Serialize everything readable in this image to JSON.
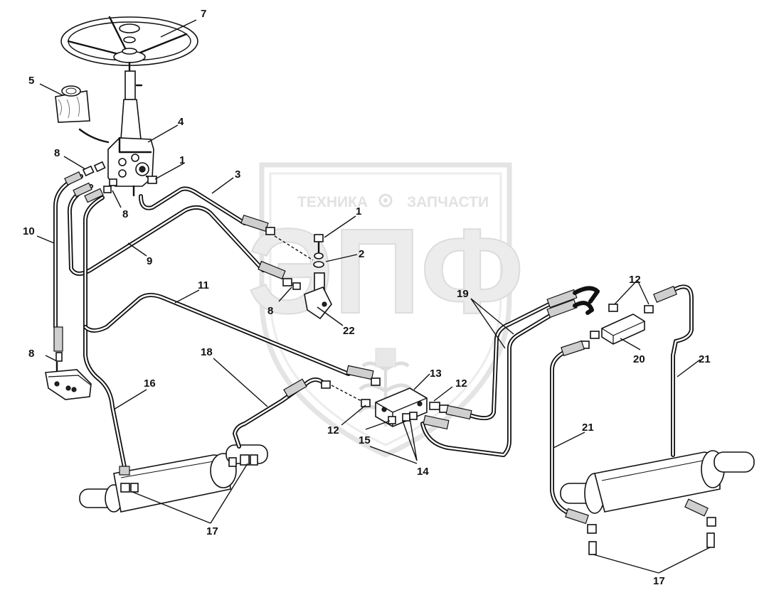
{
  "watermark": {
    "left_word": "ТЕХНИКА",
    "right_word": "ЗАПЧАСТИ",
    "monogram": "ЭПФ"
  },
  "callouts": [
    {
      "id": "c1a",
      "text": "1"
    },
    {
      "id": "c1b",
      "text": "1"
    },
    {
      "id": "c2",
      "text": "2"
    },
    {
      "id": "c3",
      "text": "3"
    },
    {
      "id": "c4",
      "text": "4"
    },
    {
      "id": "c5",
      "text": "5"
    },
    {
      "id": "c7",
      "text": "7"
    },
    {
      "id": "c8a",
      "text": "8"
    },
    {
      "id": "c8b",
      "text": "8"
    },
    {
      "id": "c8c",
      "text": "8"
    },
    {
      "id": "c8d",
      "text": "8"
    },
    {
      "id": "c9",
      "text": "9"
    },
    {
      "id": "c10",
      "text": "10"
    },
    {
      "id": "c11",
      "text": "11"
    },
    {
      "id": "c12a",
      "text": "12"
    },
    {
      "id": "c12b",
      "text": "12"
    },
    {
      "id": "c12c",
      "text": "12"
    },
    {
      "id": "c13",
      "text": "13"
    },
    {
      "id": "c14",
      "text": "14"
    },
    {
      "id": "c15",
      "text": "15"
    },
    {
      "id": "c16",
      "text": "16"
    },
    {
      "id": "c17a",
      "text": "17"
    },
    {
      "id": "c17b",
      "text": "17"
    },
    {
      "id": "c18",
      "text": "18"
    },
    {
      "id": "c19",
      "text": "19"
    },
    {
      "id": "c20",
      "text": "20"
    },
    {
      "id": "c21a",
      "text": "21"
    },
    {
      "id": "c21b",
      "text": "21"
    },
    {
      "id": "c22",
      "text": "22"
    }
  ]
}
